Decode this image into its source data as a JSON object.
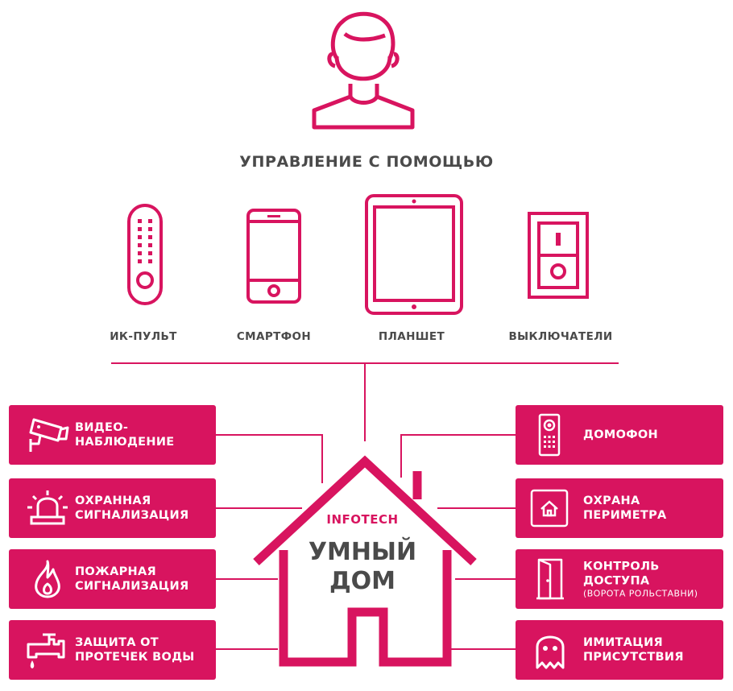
{
  "colors": {
    "accent": "#d8145f",
    "text": "#4a4a4a",
    "card_text": "#ffffff"
  },
  "heading": "УПРАВЛЕНИЕ С ПОМОЩЬЮ",
  "user_icon": "user-icon",
  "devices": [
    {
      "label": "ИК-ПУЛЬТ",
      "icon": "ir-remote-icon"
    },
    {
      "label": "СМАРТФОН",
      "icon": "smartphone-icon"
    },
    {
      "label": "ПЛАНШЕТ",
      "icon": "tablet-icon"
    },
    {
      "label": "ВЫКЛЮЧАТЕЛИ",
      "icon": "wall-switch-icon"
    }
  ],
  "house": {
    "brand": "INFOTECH",
    "title_line1": "УМНЫЙ",
    "title_line2": "ДОМ",
    "icon": "house-icon"
  },
  "left_features": [
    {
      "line1": "ВИДЕО-",
      "line2": "НАБЛЮДЕНИЕ",
      "icon": "cctv-camera-icon"
    },
    {
      "line1": "ОХРАННАЯ",
      "line2": "СИГНАЛИЗАЦИЯ",
      "icon": "alarm-beacon-icon"
    },
    {
      "line1": "ПОЖАРНАЯ",
      "line2": "СИГНАЛИЗАЦИЯ",
      "icon": "fire-icon"
    },
    {
      "line1": "ЗАЩИТА ОТ",
      "line2": "ПРОТЕЧЕК ВОДЫ",
      "icon": "water-tap-icon"
    }
  ],
  "right_features": [
    {
      "line1": "ДОМОФОН",
      "icon": "intercom-icon"
    },
    {
      "line1": "ОХРАНА",
      "line2": "ПЕРИМЕТРА",
      "icon": "perimeter-house-icon"
    },
    {
      "line1": "КОНТРОЛЬ",
      "line2": "ДОСТУПА",
      "sub": "(ВОРОТА РОЛЬСТАВНИ)",
      "icon": "door-icon"
    },
    {
      "line1": "ИМИТАЦИЯ",
      "line2": "ПРИСУТСТВИЯ",
      "icon": "ghost-icon"
    }
  ]
}
